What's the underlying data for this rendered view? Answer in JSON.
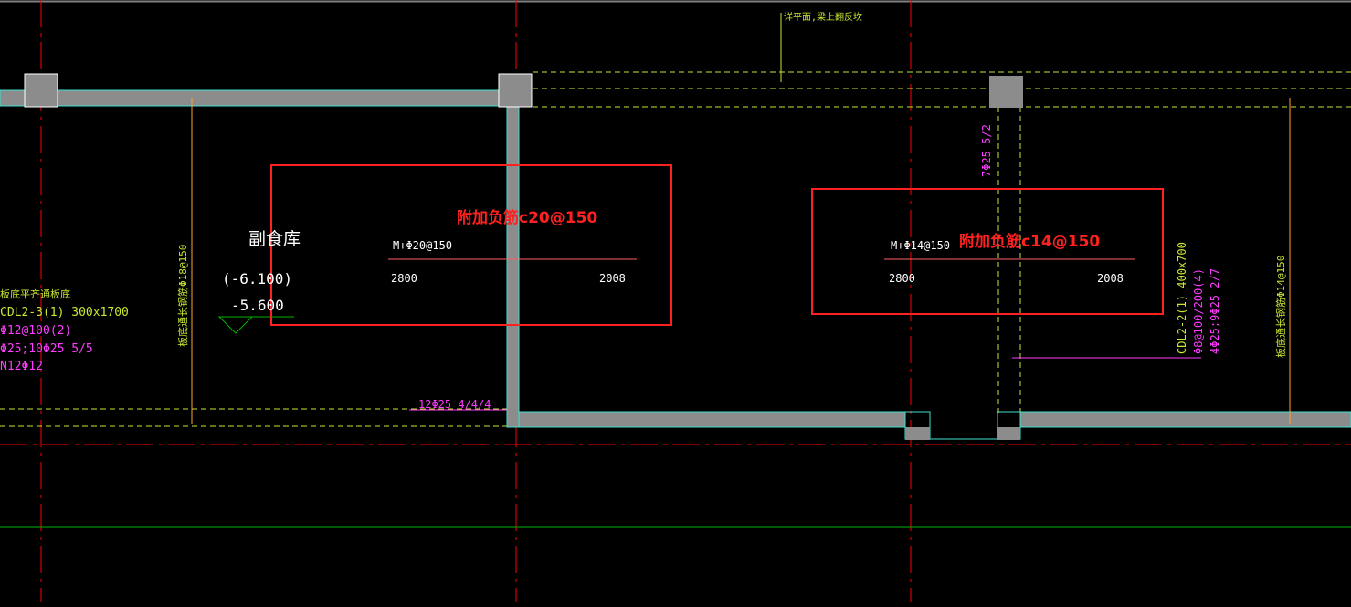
{
  "drawing": {
    "top_note": "详平面,梁上翻反坎",
    "room_name": "副食库",
    "elevation_1": "(-6.100)",
    "elevation_2": "-5.600",
    "left_beam_title": "板底平齐通板底",
    "left_beam_code": "CDL2-3(1) 300x1700",
    "left_beam_stirrup": "Φ12@100(2)",
    "left_beam_bars": "Φ25;10Φ25 5/5",
    "left_beam_side": "N12Φ12",
    "left_vertical_rebar": "板底通长钢筋Φ18@150",
    "right_vertical_rebar": "板底通长钢筋Φ14@150",
    "bottom_bar_note": "12Φ25 4/4/4",
    "top_bar_note": "7Φ25 5/2",
    "box1": {
      "annotation": "附加负筋c20@150",
      "bar_label": "M+Φ20@150",
      "len_left": "2800",
      "len_right": "2008"
    },
    "box2": {
      "annotation": "附加负筋c14@150",
      "bar_label": "M+Φ14@150",
      "len_left": "2800",
      "len_right": "2008"
    },
    "right_beam": {
      "code": "CDL2-2(1) 400x700",
      "stirrup": "Φ8@100/200(4)",
      "bars": "4Φ25;9Φ25 2/7"
    }
  },
  "colors": {
    "background": "#000000",
    "axis_red": "#ff0000",
    "wall_gray": "#8c8c8c",
    "wall_edge": "#40e0d0",
    "dashed_yellow": "#c8e632",
    "green_line": "#00b400",
    "magenta": "#ff3cff",
    "white": "#ffffff",
    "orange": "#ff9f30",
    "highlight_red": "#ff2020"
  }
}
